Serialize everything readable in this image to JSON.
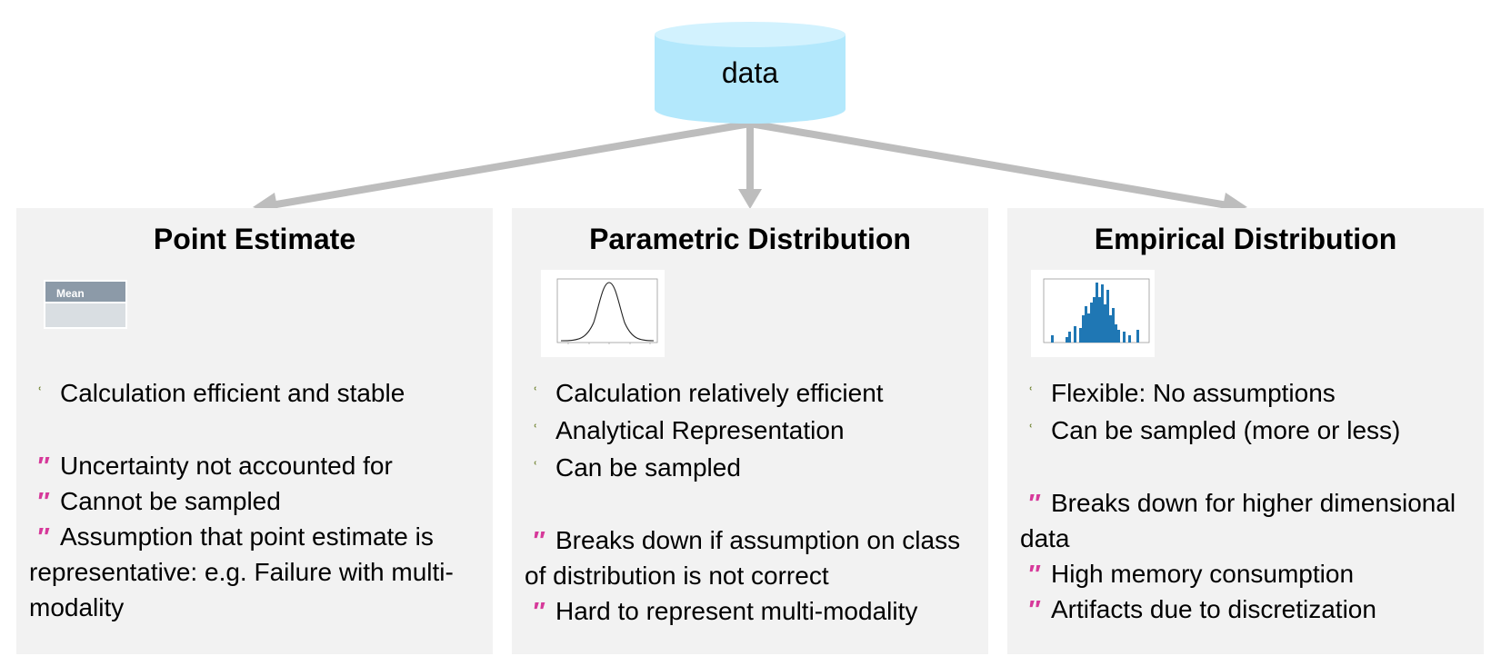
{
  "source": {
    "label": "data"
  },
  "panels": [
    {
      "title": "Point Estimate",
      "table_header": "Mean",
      "pros": [
        "Calculation efficient and stable"
      ],
      "cons": [
        "Uncertainty not accounted for",
        "Cannot be sampled",
        "Assumption that point estimate is representative: e.g. Failure with multi-modality"
      ]
    },
    {
      "title": "Parametric Distribution",
      "pros": [
        "Calculation relatively efficient",
        "Analytical Representation",
        "Can be sampled"
      ],
      "cons": [
        "Breaks down if assumption on class of distribution is not correct",
        "Hard to represent multi-modality"
      ]
    },
    {
      "title": "Empirical Distribution",
      "pros": [
        "Flexible: No assumptions",
        "Can be sampled (more or less)"
      ],
      "cons": [
        "Breaks down for higher dimensional data",
        "High memory consumption",
        "Artifacts due to discretization"
      ]
    }
  ],
  "bullet_marks": {
    "pro": "ʿ",
    "con": "″"
  },
  "colors": {
    "cylinder": "#b3e8fc",
    "cylinder_top": "#d2f2fe",
    "arrow": "#bdbdbd",
    "panel": "#f2f2f2",
    "pro_mark": "#6b7f2a",
    "con_mark": "#d6399a",
    "histogram": "#1f77b4",
    "table_header": "#8c9aa8"
  }
}
